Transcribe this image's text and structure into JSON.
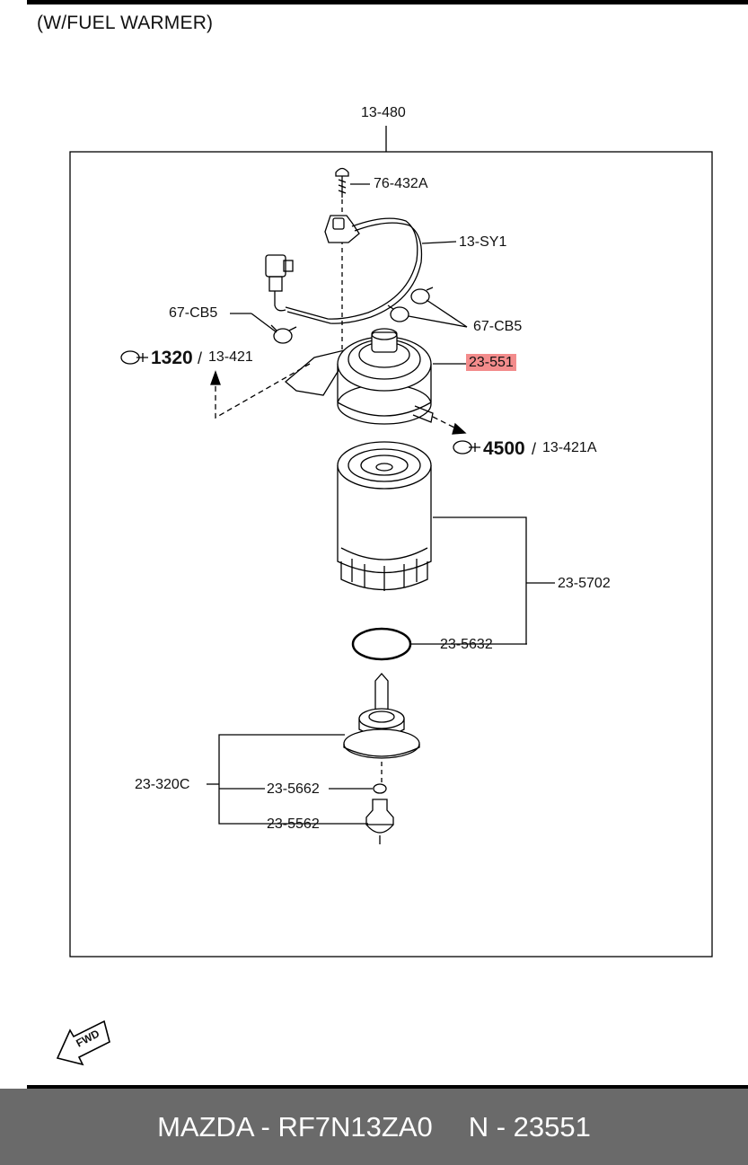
{
  "heading": "(W/FUEL WARMER)",
  "callouts": {
    "assembly": "13-480",
    "screw": "76-432A",
    "harness": "13-SY1",
    "clip_left": "67-CB5",
    "clip_right": "67-CB5",
    "filter_head": "23-551",
    "filter_element": "23-5702",
    "o_ring": "23-5632",
    "drain_assy": "23-320C",
    "drain_seal": "23-5662",
    "drain_plug": "23-5562"
  },
  "references": {
    "inlet": {
      "code": "1320",
      "part": "13-421"
    },
    "outlet": {
      "code": "4500",
      "part": "13-421A"
    }
  },
  "fwd_label": "FWD",
  "highlight_color": "#f38c8c",
  "footer": {
    "brand_part": "MAZDA - RF7N13ZA0",
    "number": "N - 23551"
  }
}
